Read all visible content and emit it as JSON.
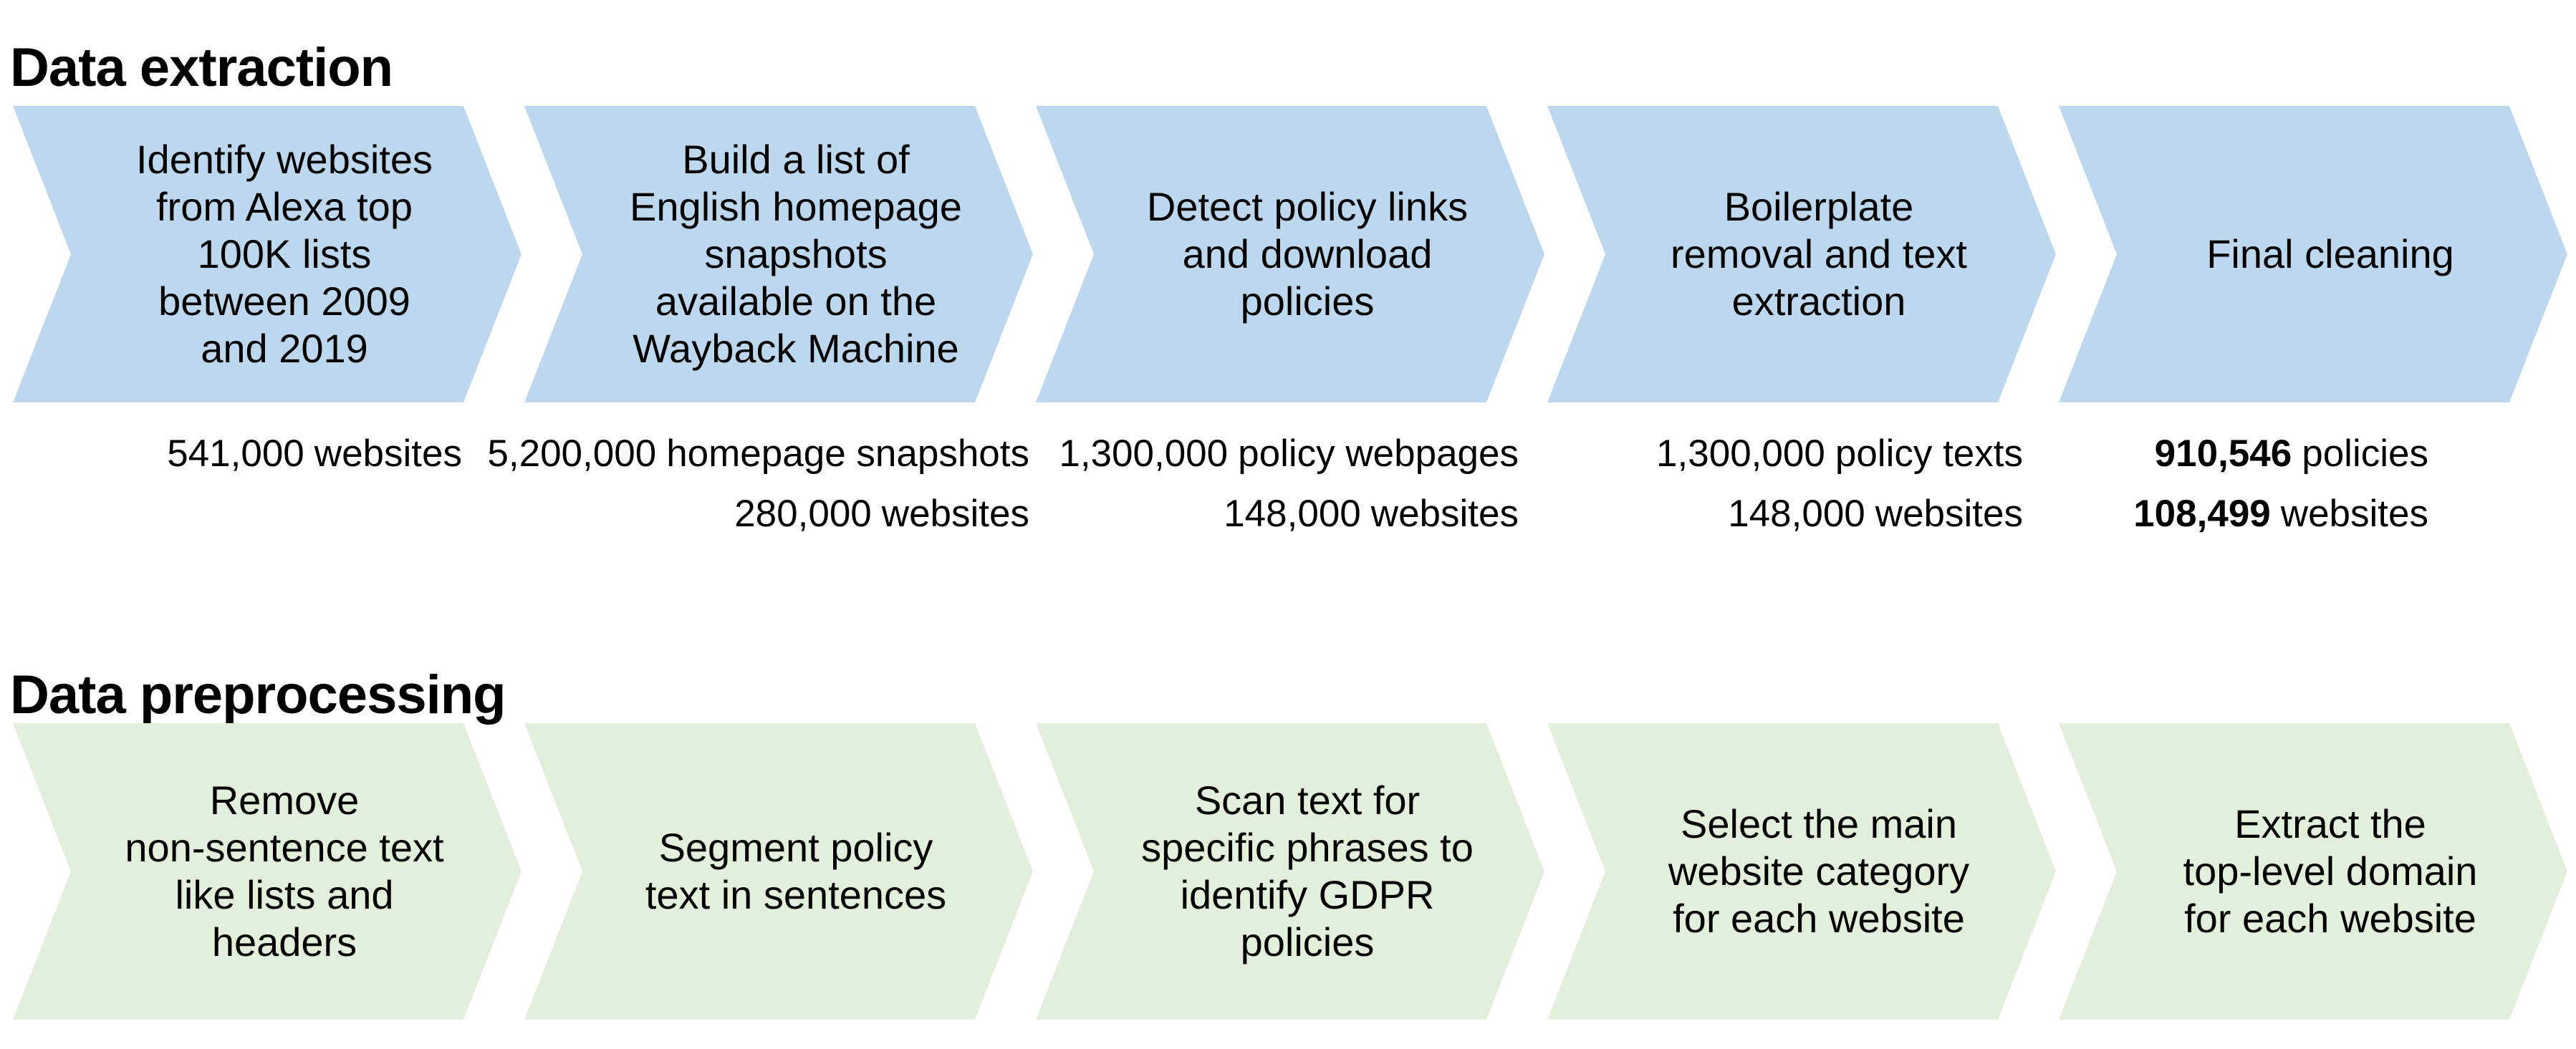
{
  "figure": {
    "background": "#ffffff",
    "text_color": "#000000"
  },
  "sections": [
    {
      "title": "Data extraction",
      "chevron_color": "#BDD7EE",
      "steps": [
        {
          "name": "identify-websites",
          "lines": [
            "Identify websites",
            "from Alexa top",
            "100K lists",
            "between 2009",
            "and 2019"
          ]
        },
        {
          "name": "build-snapshot-list",
          "lines": [
            "Build a list of",
            "English homepage",
            "snapshots",
            "available on the",
            "Wayback Machine"
          ]
        },
        {
          "name": "detect-policy-links",
          "lines": [
            "Detect policy links",
            "and download",
            "policies"
          ]
        },
        {
          "name": "boilerplate-removal",
          "lines": [
            "Boilerplate",
            "removal and text",
            "extraction"
          ]
        },
        {
          "name": "final-cleaning",
          "lines": [
            "Final cleaning"
          ]
        }
      ],
      "counts": [
        {
          "rows": [
            {
              "number": "541,000",
              "label": "websites",
              "bold": false
            }
          ]
        },
        {
          "rows": [
            {
              "number": "5,200,000",
              "label": "homepage snapshots",
              "bold": false
            },
            {
              "number": "280,000",
              "label": "websites",
              "bold": false
            }
          ]
        },
        {
          "rows": [
            {
              "number": "1,300,000",
              "label": "policy webpages",
              "bold": false
            },
            {
              "number": "148,000",
              "label": "websites",
              "bold": false
            }
          ]
        },
        {
          "rows": [
            {
              "number": "1,300,000",
              "label": "policy texts",
              "bold": false
            },
            {
              "number": "148,000",
              "label": "websites",
              "bold": false
            }
          ]
        },
        {
          "rows": [
            {
              "number": "910,546",
              "label": "policies",
              "bold": true
            },
            {
              "number": "108,499",
              "label": "websites",
              "bold": true
            }
          ]
        }
      ]
    },
    {
      "title": "Data preprocessing",
      "chevron_color": "#E2EFDA",
      "steps": [
        {
          "name": "remove-non-sentence-text",
          "lines": [
            "Remove",
            "non-sentence text",
            "like lists and",
            "headers"
          ]
        },
        {
          "name": "segment-sentences",
          "lines": [
            "Segment policy",
            "text in sentences"
          ]
        },
        {
          "name": "scan-gdpr-phrases",
          "lines": [
            "Scan text for",
            "specific phrases to",
            "identify GDPR",
            "policies"
          ]
        },
        {
          "name": "select-website-category",
          "lines": [
            "Select the main",
            "website category",
            "for each website"
          ]
        },
        {
          "name": "extract-top-level-domain",
          "lines": [
            "Extract the",
            "top-level domain",
            "for each website"
          ]
        }
      ]
    }
  ]
}
